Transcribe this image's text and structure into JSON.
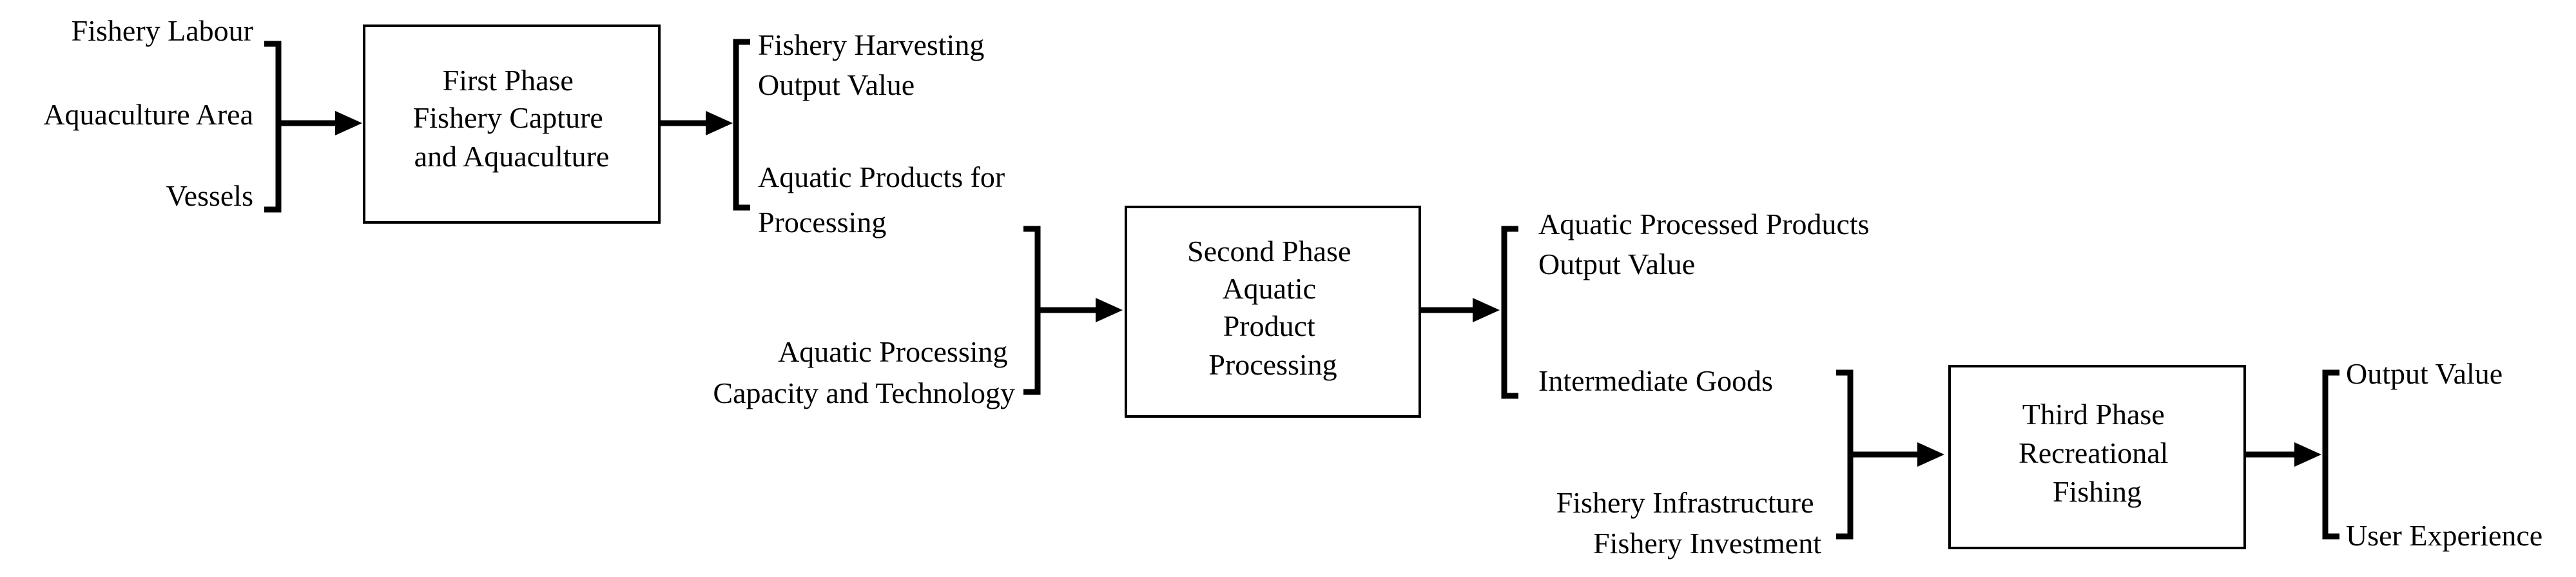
{
  "phases": [
    {
      "title_lines": [
        "First Phase",
        "Fishery Capture",
        "and Aquaculture"
      ],
      "inputs": [
        "Fishery Labour",
        "Aquaculture Area",
        "Vessels"
      ],
      "outputs": [
        [
          "Fishery Harvesting",
          "Output Value"
        ],
        [
          "Aquatic Products for",
          "Processing"
        ]
      ]
    },
    {
      "title_lines": [
        "Second Phase",
        "Aquatic",
        "Product",
        "Processing"
      ],
      "inputs": [
        [
          "Aquatic Processing",
          "Capacity and Technology"
        ]
      ],
      "outputs": [
        [
          "Aquatic Processed Products",
          "Output Value"
        ],
        [
          "Intermediate Goods"
        ]
      ]
    },
    {
      "title_lines": [
        "Third Phase",
        "Recreational",
        "Fishing"
      ],
      "inputs": [
        [
          "Fishery Infrastructure",
          "Fishery Investment"
        ]
      ],
      "outputs": [
        [
          "Output Value"
        ],
        [
          "User Experience"
        ]
      ]
    }
  ]
}
